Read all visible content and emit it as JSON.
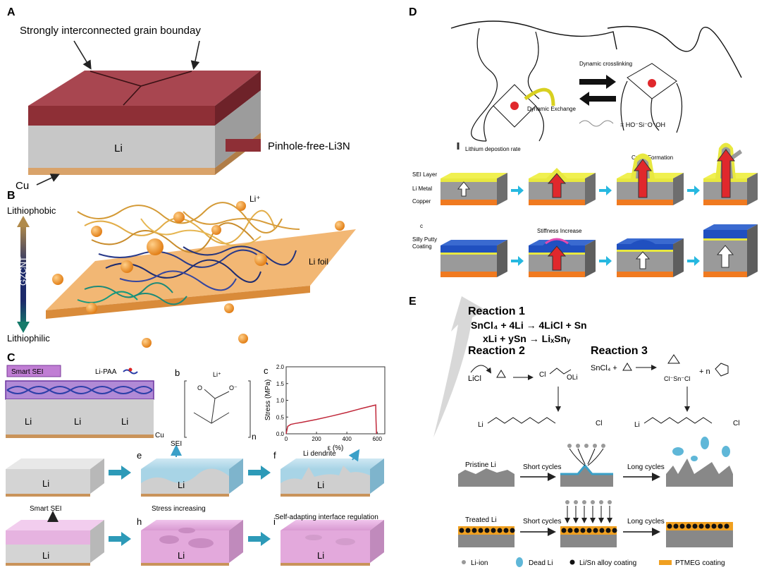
{
  "panels": {
    "A": {
      "letter": "A",
      "grain_label": "Strongly interconnected grain bounday",
      "li_label": "Li",
      "cu_label": "Cu",
      "legend_label": "Pinhole-free-Li3N",
      "colors": {
        "top": "#8e2f36",
        "li": "#c8c8c8",
        "cu": "#d9a36a"
      }
    },
    "B": {
      "letter": "B",
      "top_label": "Lithiophobic",
      "bottom_label": "Lithiophilic",
      "gzcnt_label": "GZCNT",
      "li_ion_label": "Li⁺",
      "li_foil_label": "Li foil"
    },
    "C": {
      "letter": "C",
      "smart_sei_tag": "Smart SEI",
      "li_paa_tag": "Li-PAA",
      "li_label": "Li",
      "cu_label": "Cu",
      "sub_b": "b",
      "sub_c": "c",
      "sub_e": "e",
      "sub_f": "f",
      "sub_h": "h",
      "sub_i": "i",
      "li_plus": "Li⁺",
      "n_sub": "n",
      "sei_label": "SEI",
      "li_dendrite_label": "Li dendrite",
      "smart_sei_label": "Smart SEI",
      "stress_increasing_label": "Stress increasing",
      "self_adapting_label": "Self-adapting interface regulation",
      "chart_ylabel": "Stress (MPa)",
      "chart_xlabel": "ε (%)",
      "chart_yticks": [
        "0.0",
        "0.5",
        "1.0",
        "1.5",
        "2.0"
      ],
      "chart_xticks": [
        "0",
        "200",
        "400",
        "600"
      ]
    },
    "D": {
      "letter": "D",
      "dynamic_exchange": "Dynamic Exchange",
      "dynamic_crosslinking": "Dynamic crosslinking",
      "deposition_rate": "Lithium depostion rate",
      "crack_formation": "Crack Formation",
      "sei_layer": "SEI Layer",
      "li_metal": "Li Metal",
      "copper": "Copper",
      "sub_c": "c",
      "stiffness_increase": "Stiffness Increase",
      "silly_putty": "Silly Putty",
      "coating": "Coating"
    },
    "E": {
      "letter": "E",
      "reaction1": "Reaction 1",
      "eq1": "SnCl₄ + 4Li → 4LiCl + Sn",
      "eq2": "xLi + ySn → LiₓSnᵧ",
      "reaction2": "Reaction 2",
      "reaction3": "Reaction 3",
      "sncl4": "SnCl₄ +",
      "licl": "LiCl",
      "pristine_li": "Pristine Li",
      "treated_li": "Treated Li",
      "short_cycles": "Short cycles",
      "long_cycles": "Long cycles",
      "legend_li_ion": "Li-ion",
      "legend_dead_li": "Dead Li",
      "legend_alloy": "Li/Sn alloy coating",
      "legend_ptmeg": "PTMEG coating"
    }
  },
  "chart_data": {
    "type": "line",
    "title": "",
    "xlabel": "ε (%)",
    "ylabel": "Stress (MPa)",
    "xlim": [
      0,
      650
    ],
    "ylim": [
      0,
      2.0
    ],
    "series": [
      {
        "x": [
          0,
          10,
          30,
          60,
          100,
          200,
          300,
          400,
          500,
          590,
          592,
          595
        ],
        "values": [
          0.0,
          0.22,
          0.28,
          0.31,
          0.34,
          0.43,
          0.53,
          0.64,
          0.76,
          0.86,
          0.4,
          0.0
        ]
      }
    ]
  }
}
